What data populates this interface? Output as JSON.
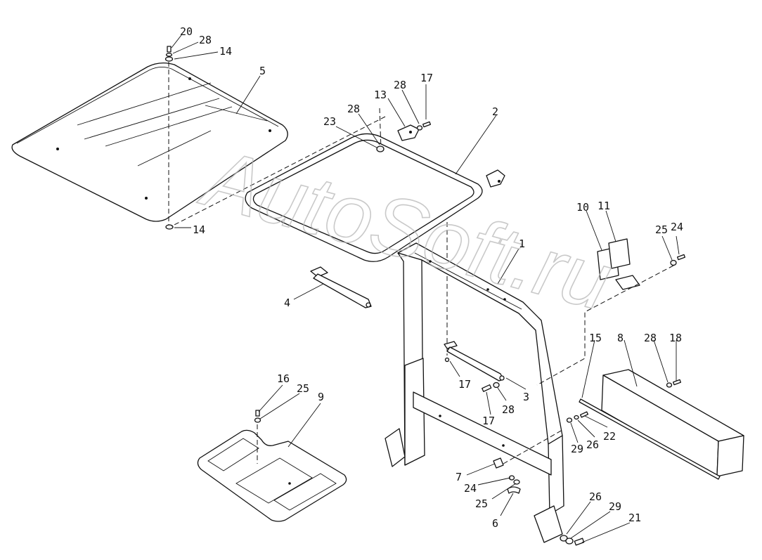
{
  "watermark": "AutoSoft.ru",
  "callouts": [
    {
      "id": "c20a",
      "text": "20"
    },
    {
      "id": "c28a",
      "text": "28"
    },
    {
      "id": "c14a",
      "text": "14"
    },
    {
      "id": "c5",
      "text": "5"
    },
    {
      "id": "c13",
      "text": "13"
    },
    {
      "id": "c28b",
      "text": "28"
    },
    {
      "id": "c17a",
      "text": "17"
    },
    {
      "id": "c2",
      "text": "2"
    },
    {
      "id": "c28c",
      "text": "28"
    },
    {
      "id": "c23",
      "text": "23"
    },
    {
      "id": "c14b",
      "text": "14"
    },
    {
      "id": "c4",
      "text": "4"
    },
    {
      "id": "c1",
      "text": "1"
    },
    {
      "id": "c10",
      "text": "10"
    },
    {
      "id": "c11",
      "text": "11"
    },
    {
      "id": "c25a",
      "text": "25"
    },
    {
      "id": "c24a",
      "text": "24"
    },
    {
      "id": "c15",
      "text": "15"
    },
    {
      "id": "c8",
      "text": "8"
    },
    {
      "id": "c28d",
      "text": "28"
    },
    {
      "id": "c18",
      "text": "18"
    },
    {
      "id": "c17b",
      "text": "17"
    },
    {
      "id": "c3",
      "text": "3"
    },
    {
      "id": "c28e",
      "text": "28"
    },
    {
      "id": "c17c",
      "text": "17"
    },
    {
      "id": "c16",
      "text": "16"
    },
    {
      "id": "c25b",
      "text": "25"
    },
    {
      "id": "c9",
      "text": "9"
    },
    {
      "id": "c29a",
      "text": "29"
    },
    {
      "id": "c26a",
      "text": "26"
    },
    {
      "id": "c22",
      "text": "22"
    },
    {
      "id": "c7",
      "text": "7"
    },
    {
      "id": "c24b",
      "text": "24"
    },
    {
      "id": "c25c",
      "text": "25"
    },
    {
      "id": "c6",
      "text": "6"
    },
    {
      "id": "c26b",
      "text": "26"
    },
    {
      "id": "c29b",
      "text": "29"
    },
    {
      "id": "c21",
      "text": "21"
    }
  ]
}
